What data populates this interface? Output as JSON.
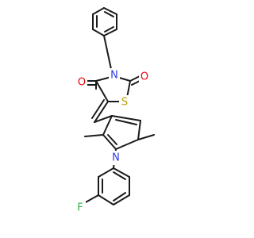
{
  "molecule": {
    "atoms": {
      "o1": {
        "symbol": "O",
        "color": "#e8000b"
      },
      "n3": {
        "symbol": "N",
        "color": "#2b3bdc"
      },
      "o2": {
        "symbol": "O",
        "color": "#e8000b"
      },
      "s1": {
        "symbol": "S",
        "color": "#b5a000"
      },
      "n1": {
        "symbol": "N",
        "color": "#2b3bdc"
      },
      "f": {
        "symbol": "F",
        "color": "#36b04a"
      }
    },
    "bond_color": "#1a1a1a",
    "background": "#ffffff"
  }
}
